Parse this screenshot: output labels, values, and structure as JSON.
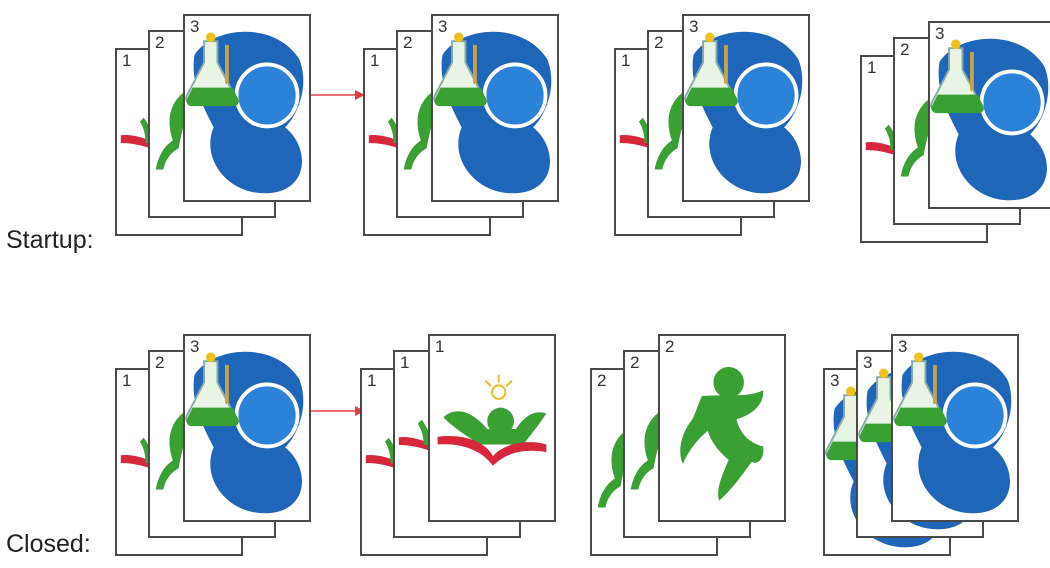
{
  "rows": {
    "startup": {
      "label": "Startup:"
    },
    "closed": {
      "label": "Closed:"
    }
  },
  "startup_stacks": [
    {
      "pages": [
        {
          "number": "1",
          "image": "red-figure"
        },
        {
          "number": "2",
          "image": "green-figure"
        },
        {
          "number": "3",
          "image": "flask-logo"
        }
      ]
    },
    {
      "pages": [
        {
          "number": "1",
          "image": "red-figure"
        },
        {
          "number": "2",
          "image": "green-figure"
        },
        {
          "number": "3",
          "image": "flask-logo"
        }
      ]
    },
    {
      "pages": [
        {
          "number": "1",
          "image": "red-figure"
        },
        {
          "number": "2",
          "image": "green-figure"
        },
        {
          "number": "3",
          "image": "flask-logo"
        }
      ]
    },
    {
      "pages": [
        {
          "number": "1",
          "image": "red-figure"
        },
        {
          "number": "2",
          "image": "green-figure"
        },
        {
          "number": "3",
          "image": "flask-logo"
        }
      ]
    }
  ],
  "closed_stacks": [
    {
      "pages": [
        {
          "number": "1",
          "image": "red-figure"
        },
        {
          "number": "2",
          "image": "green-figure"
        },
        {
          "number": "3",
          "image": "flask-logo"
        }
      ]
    },
    {
      "pages": [
        {
          "number": "1",
          "image": "red-figure"
        },
        {
          "number": "1",
          "image": "red-figure"
        },
        {
          "number": "1",
          "image": "reader-logo"
        }
      ]
    },
    {
      "pages": [
        {
          "number": "2",
          "image": "green-figure"
        },
        {
          "number": "2",
          "image": "green-figure"
        },
        {
          "number": "2",
          "image": "runner-logo"
        }
      ]
    },
    {
      "pages": [
        {
          "number": "3",
          "image": "flask-logo"
        },
        {
          "number": "3",
          "image": "flask-logo"
        },
        {
          "number": "3",
          "image": "flask-logo"
        }
      ]
    }
  ],
  "colors": {
    "arrow": "#e04040",
    "blue": "#1f66b8",
    "green": "#3aa033",
    "red": "#d6283a"
  }
}
